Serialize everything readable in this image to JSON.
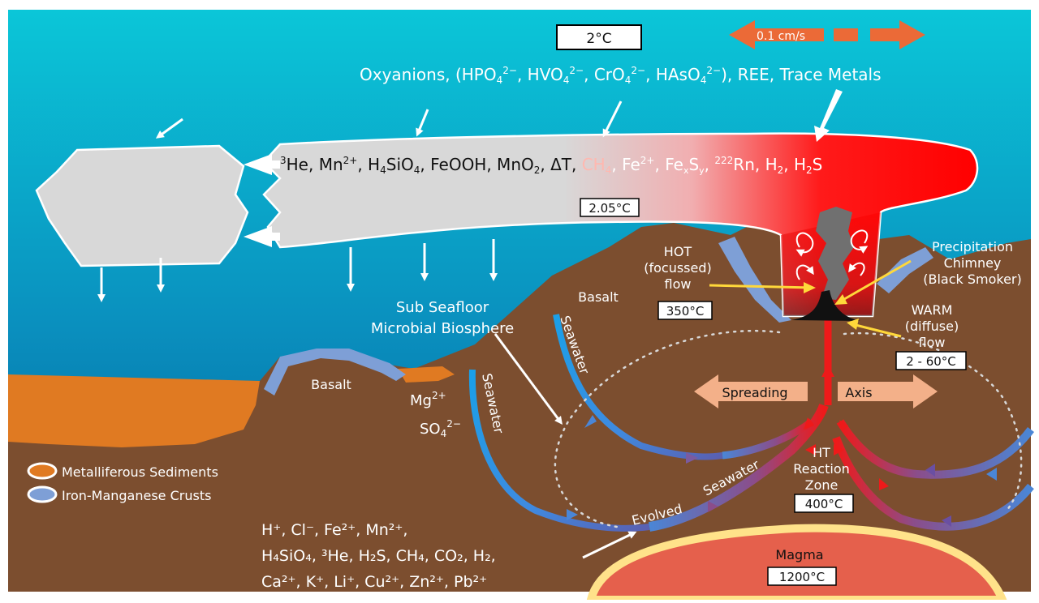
{
  "top": {
    "temp_ambient": "2°C",
    "speed": "0.1 cm/s",
    "oxyanions": {
      "pre": "Oxyanions, (HPO",
      "hpo_sub": "4",
      "hpo_sup": "2−",
      "hvo": ", HVO",
      "hvo_sub": "4",
      "hvo_sup": "2−",
      "cro": ", CrO",
      "cro_sub": "4",
      "cro_sup": "2−",
      "haso": ", HAsO",
      "haso_sub": "4",
      "haso_sup": "2−",
      "post": "), REE, Trace Metals"
    }
  },
  "plume": {
    "he": "He, Mn",
    "he_sup3": "3",
    "mn_sup": "2+",
    "h4sio4": ", H",
    "h4_sub": "4",
    "sio4": "SiO",
    "sio4_sub": "4",
    "feooh": ", FeOOH, MnO",
    "mno2_sub": "2",
    "dt": ", ΔT, ",
    "ch4": "CH",
    "ch4_sub": "4",
    "fe": ", Fe",
    "fe_sup": "2+",
    "fexsy": ", Fe",
    "fexsy_x": "x",
    "fexsy_s": "S",
    "fexsy_y": "y",
    "rn_pre": ", ",
    "rn_sup": "222",
    "rn": "Rn, H",
    "h2_sub": "2",
    "h2s": ", H",
    "h2s_sub": "2",
    "h2s_s": "S",
    "temp": "2.05°C"
  },
  "labels": {
    "hot1": "HOT",
    "hot2": "(focussed)",
    "hot3": "flow",
    "hot_temp": "350°C",
    "precip1": "Precipitation",
    "precip2": "Chimney",
    "precip3": "(Black Smoker)",
    "warm1": "WARM",
    "warm2": "(diffuse)",
    "warm3": "flow",
    "warm_temp": "2 - 60°C",
    "basalt_left": "Basalt",
    "basalt_right": "Basalt",
    "biosphere1": "Sub Seafloor",
    "biosphere2": "Microbial Biosphere",
    "seawater_left": "Seawater",
    "seawater_right": "Seawater",
    "evolved": "Evolved",
    "evolved_seawater": "Seawater",
    "mg": "Mg",
    "mg_sup": "2+",
    "so4": "SO",
    "so4_sub": "4",
    "so4_sup": "2−",
    "spreading": "Spreading",
    "axis": "Axis",
    "ht1": "HT",
    "ht2": "Reaction",
    "ht3": "Zone",
    "ht_temp": "400°C",
    "magma": "Magma",
    "magma_temp": "1200°C"
  },
  "fluid": {
    "line1": "H⁺, Cl⁻, Fe²⁺, Mn²⁺,",
    "line2": "H₄SiO₄, ³He, H₂S, CH₄, CO₂, H₂,",
    "line3": "Ca²⁺, K⁺, Li⁺, Cu²⁺, Zn²⁺, Pb²⁺"
  },
  "legend": {
    "item1": "Metalliferous Sediments",
    "item2": "Iron-Manganese Crusts"
  },
  "colors": {
    "sea_top": "#0bc2d4",
    "sea_bottom": "#006ea6",
    "seafloor": "#7c4e2f",
    "sediment": "#e07a22",
    "crust": "#7e9fd6",
    "plume_red": "#ff0000",
    "plume_grey": "#d8d8d8",
    "seawater_blue": "#1aa0e8",
    "hot_red": "#ee1a1a",
    "magma": "#e5604c",
    "magma_rim": "#ffe28a",
    "spreading_arrow": "#f3b089",
    "speed_arrow": "#eb6a37",
    "yellow_arrow": "#ffd83a"
  }
}
